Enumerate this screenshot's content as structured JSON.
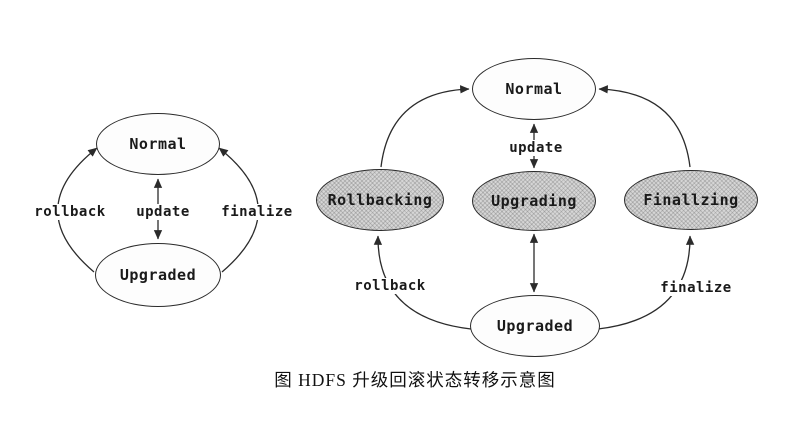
{
  "caption": "图  HDFS 升级回滚状态转移示意图",
  "colors": {
    "line": "#2b2b2b",
    "text": "#1a1a1a",
    "node_fill": "#fdfdfd",
    "shaded_fill": "#d6d6d6",
    "background": "#ffffff"
  },
  "left_diagram": {
    "states": {
      "normal": "Normal",
      "upgraded": "Upgraded"
    },
    "edges": {
      "rollback": "rollback",
      "update": "update",
      "finalize": "finalize"
    }
  },
  "right_diagram": {
    "states": {
      "normal": "Normal",
      "rollbacking": "Rollbacking",
      "upgrading": "Upgrading",
      "finallzing": "Finallzing",
      "upgraded": "Upgraded"
    },
    "edges": {
      "update": "update",
      "rollback": "rollback",
      "finalize": "finalize"
    }
  }
}
